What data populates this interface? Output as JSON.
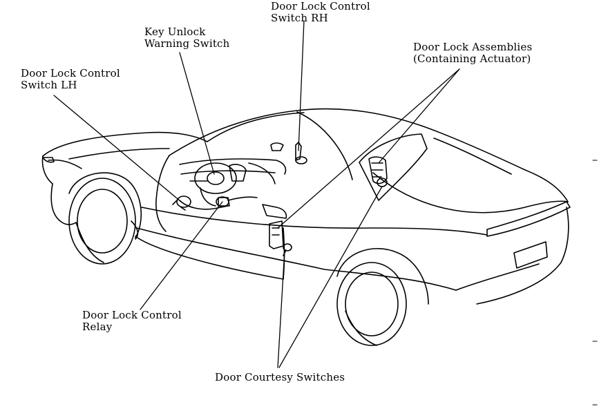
{
  "labels": {
    "door_lock_control_switch_rh": [
      "Door Lock Control",
      "Switch RH"
    ],
    "key_unlock_warning_switch": [
      "Key Unlock",
      "Warning Switch"
    ],
    "door_lock_control_switch_lh": [
      "Door Lock Control",
      "Switch LH"
    ],
    "door_lock_assemblies": [
      "Door Lock Assemblies",
      "(Containing Actuator)"
    ],
    "door_lock_control_relay": [
      "Door Lock Control",
      "Relay"
    ],
    "door_courtesy_switches": [
      "Door Courtesy Switches"
    ]
  },
  "colors": {
    "ink": "#000000",
    "background": "#ffffff"
  }
}
